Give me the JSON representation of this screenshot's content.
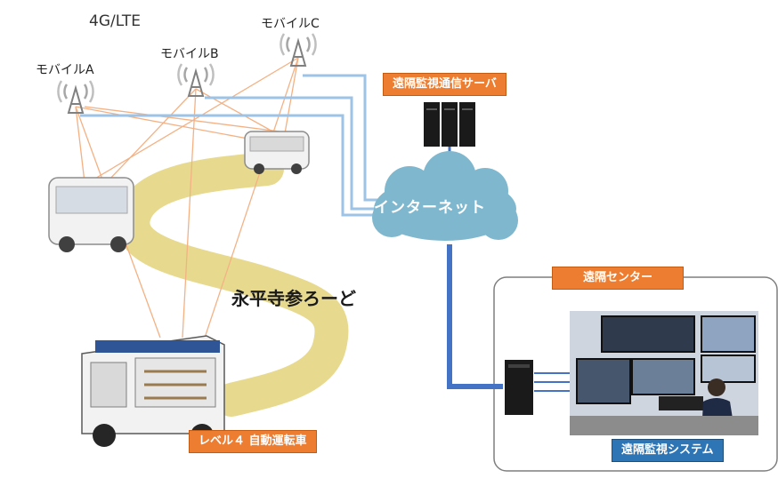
{
  "network": {
    "label": "4G/LTE"
  },
  "stations": [
    {
      "label": "モバイルA"
    },
    {
      "label": "モバイルB"
    },
    {
      "label": "モバイルC"
    }
  ],
  "server": {
    "label": "遠隔監視通信サーバ"
  },
  "cloud": {
    "label": "インターネット"
  },
  "center": {
    "label": "遠隔センター"
  },
  "system": {
    "label": "遠隔監視システム"
  },
  "road": {
    "label": "永平寺参ろーど"
  },
  "vehicle": {
    "label": "レベル４ 自動運転車"
  },
  "colors": {
    "accent_orange": "#ed7d31",
    "accent_blue": "#2e75b6",
    "cloud": "#7fb8ce",
    "link_light": "#9dc3e6",
    "link_dark": "#4472c4",
    "radio_line": "#f4b183",
    "road_yellow": "#e3d27a"
  }
}
